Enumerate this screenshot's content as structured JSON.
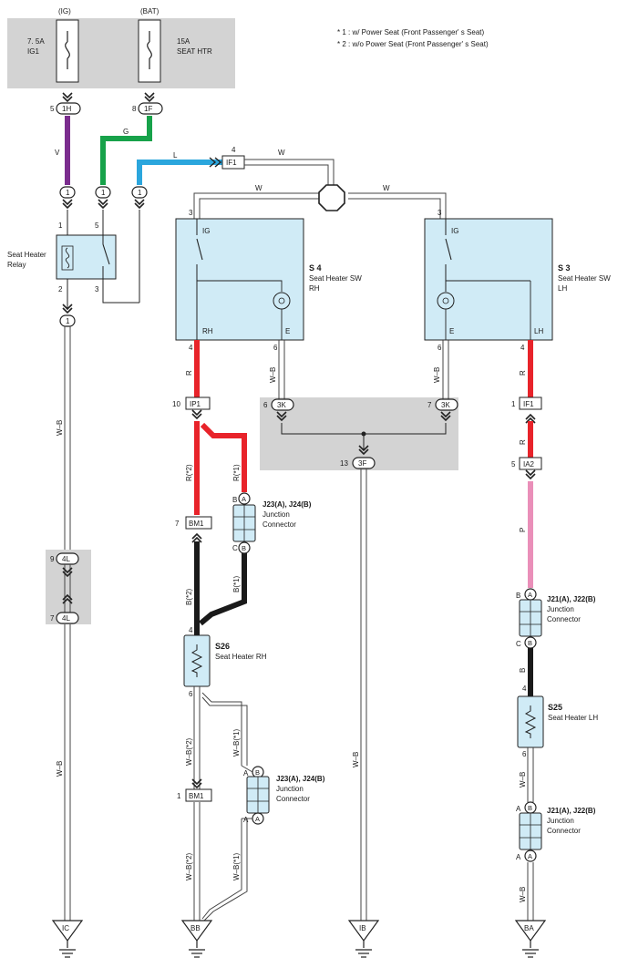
{
  "notes": {
    "n1": "* 1 : w/ Power Seat (Front Passenger' s Seat)",
    "n2": "* 2 : w/o Power Seat (Front Passenger' s Seat)"
  },
  "sources": {
    "ig": "(IG)",
    "bat": "(BAT)",
    "fuse1_a": "7. 5A",
    "fuse1_b": "IG1",
    "fuse2_a": "15A",
    "fuse2_b": "SEAT HTR"
  },
  "pins": {
    "p1h": "5",
    "c1h": "1H",
    "p1f": "8",
    "c1f": "1F",
    "if1_pin": "4",
    "if1": "IF1",
    "j1": "1",
    "relay_1": "1",
    "relay_2": "2",
    "relay_3": "3",
    "relay_5": "5",
    "s4_3": "3",
    "s4_4": "4",
    "s4_6": "6",
    "s3_3": "3",
    "s3_4": "4",
    "s3_6": "6",
    "ip1_pin": "10",
    "ip1": "IP1",
    "k3a_pin": "6",
    "k3b_pin": "7",
    "k3": "3K",
    "f3_pin": "13",
    "f3": "3F",
    "if1b_pin": "1",
    "if1b": "IF1",
    "ia2_pin": "5",
    "ia2": "IA2",
    "bm1a_pin": "7",
    "bm1b_pin": "1",
    "bm1": "BM1",
    "l4a_pin": "9",
    "l4b_pin": "7",
    "l4": "4L",
    "s26_4": "4",
    "s26_6": "6",
    "s25_4": "4",
    "s25_6": "6",
    "pin_a": "A",
    "pin_b": "B",
    "pin_c": "C"
  },
  "wires": {
    "v": "V",
    "g": "G",
    "l": "L",
    "w": "W",
    "r": "R",
    "wb": "W–B",
    "p": "P",
    "b": "B",
    "r2": "R(*2)",
    "r1": "R(*1)",
    "b2": "B(*2)",
    "b1": "B(*1)",
    "wb2": "W–B(*2)",
    "wb1": "W–B(*1)"
  },
  "components": {
    "relay_a": "Seat Heater",
    "relay_b": "Relay",
    "s4_id": "S 4",
    "s4_a": "Seat Heater SW",
    "s4_b": "RH",
    "s3_id": "S 3",
    "s3_a": "Seat Heater SW",
    "s3_b": "LH",
    "ig": "IG",
    "rh": "RH",
    "lh": "LH",
    "e": "E",
    "jc_rh": "J23(A), J24(B)",
    "jc_lh": "J21(A), J22(B)",
    "jc_a": "Junction",
    "jc_b": "Connector",
    "s26_id": "S26",
    "s26_name": "Seat Heater RH",
    "s25_id": "S25",
    "s25_name": "Seat Heater LH"
  },
  "grounds": {
    "ic": "IC",
    "bb": "BB",
    "ib": "IB",
    "ba": "BA"
  },
  "colors": {
    "violet": "#7b2d8e",
    "green": "#17a24a",
    "blue": "#2ba6dd",
    "red": "#e8232a",
    "pink": "#ea8fb9",
    "black": "#1a1a1a",
    "box_fill": "#d0ebf6",
    "gray_fill": "#d3d3d3"
  }
}
